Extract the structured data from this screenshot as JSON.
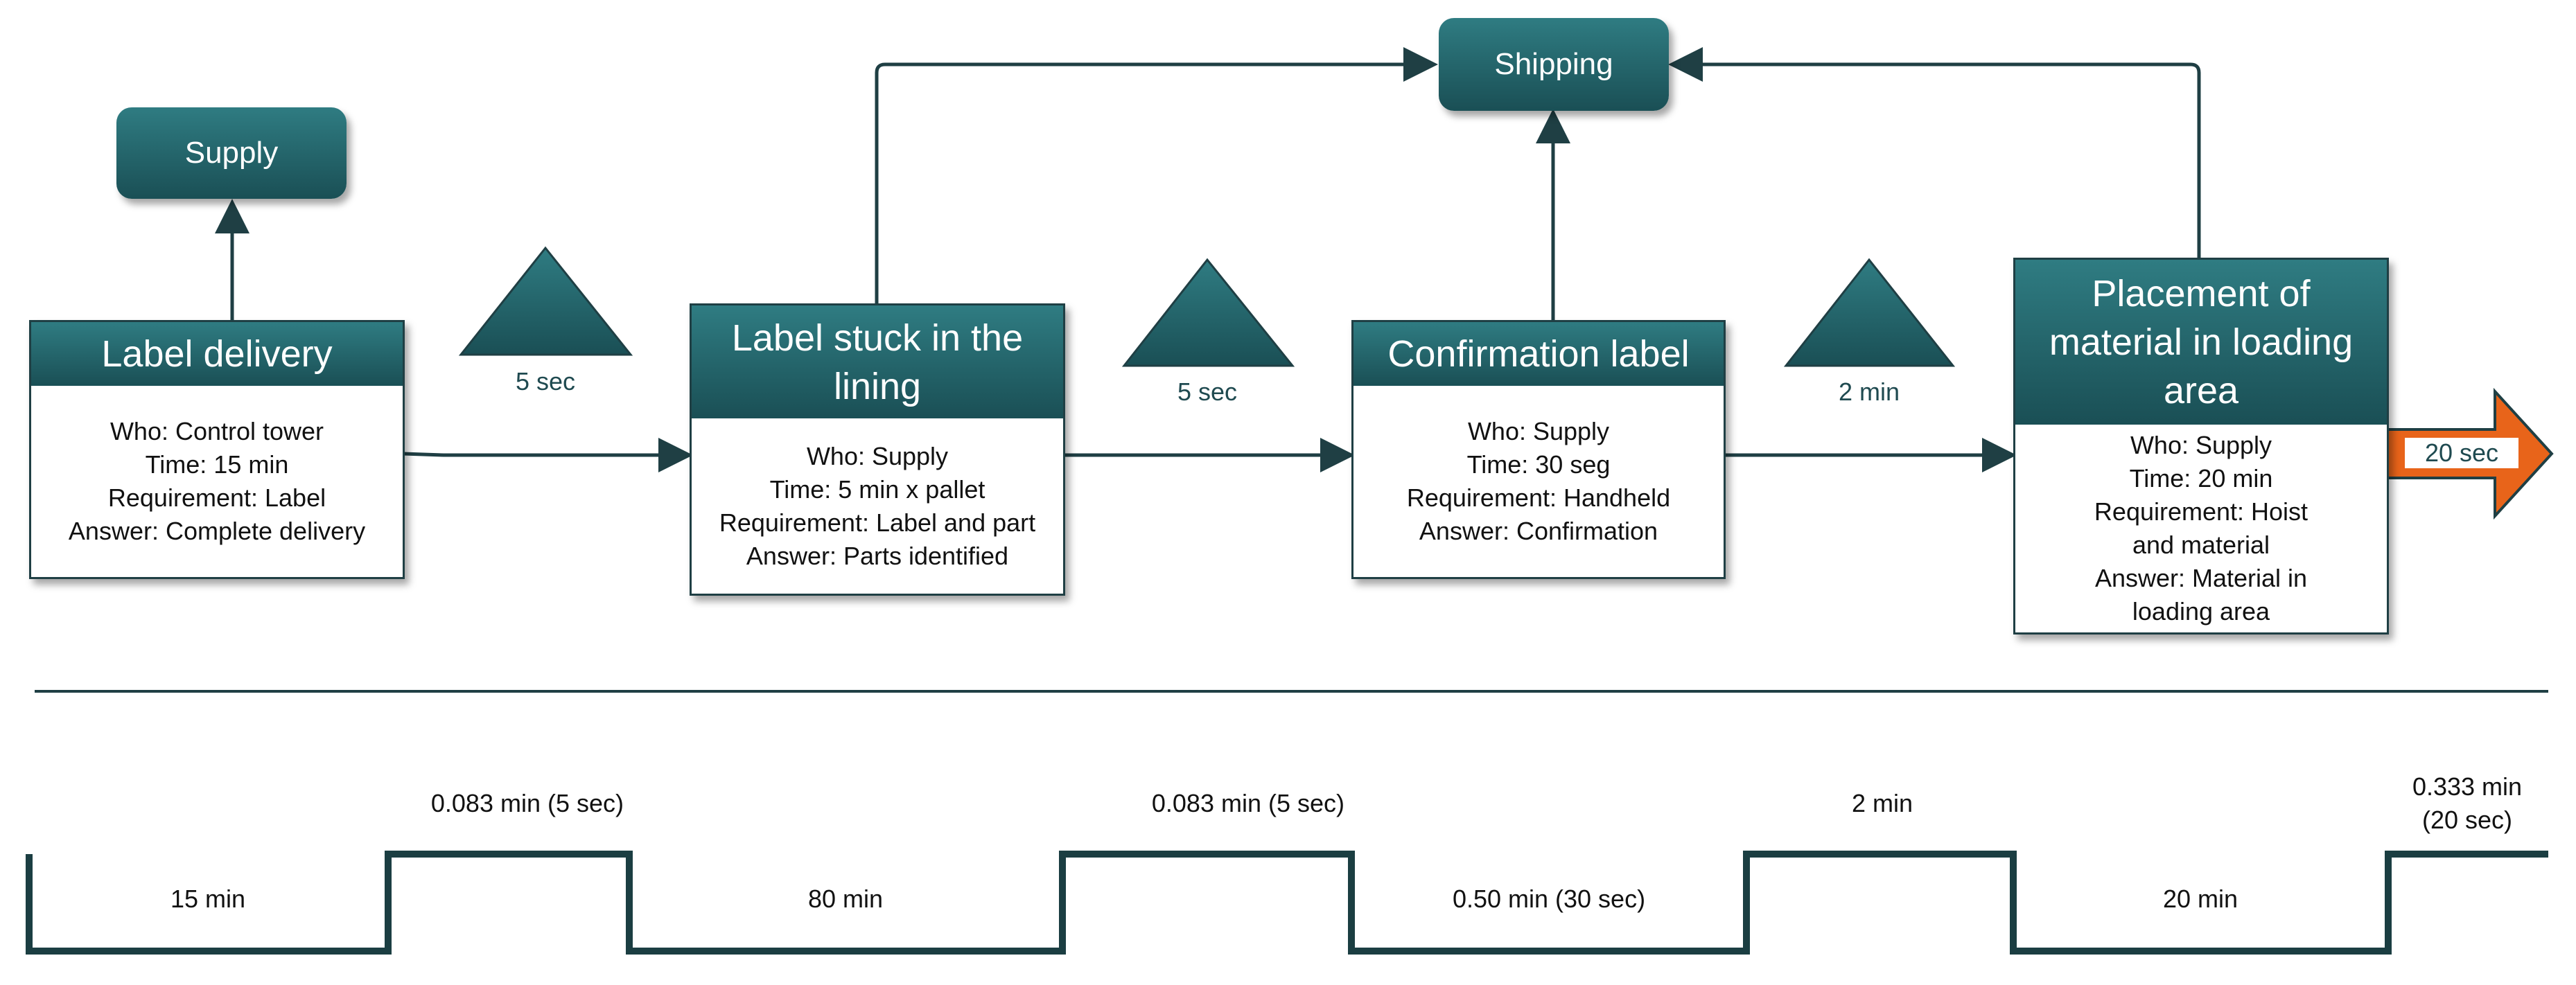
{
  "top_nodes": {
    "supply": "Supply",
    "shipping": "Shipping"
  },
  "steps": [
    {
      "title": "Label delivery",
      "lines": [
        "Who: Control tower",
        "Time: 15 min",
        "Requirement: Label",
        "Answer: Complete delivery"
      ]
    },
    {
      "title": "Label stuck in the lining",
      "lines": [
        "Who: Supply",
        "Time: 5 min x pallet",
        "Requirement: Label and part",
        "Answer: Parts identified"
      ]
    },
    {
      "title": "Confirmation label",
      "lines": [
        "Who: Supply",
        "Time: 30 seg",
        "Requirement: Handheld",
        "Answer: Confirmation"
      ]
    },
    {
      "title": "Placement of material in loading area",
      "lines": [
        "Who: Supply",
        "Time: 20 min",
        "Requirement: Hoist and material",
        "Answer: Material in loading area"
      ]
    }
  ],
  "inventory_labels": [
    "5 sec",
    "5 sec",
    "2 min"
  ],
  "exit_arrow_label": "20 sec",
  "timeline": {
    "process_times": [
      "15 min",
      "80 min",
      "0.50 min (30 sec)",
      "20 min"
    ],
    "wait_times": [
      "0.083 min (5 sec)",
      "0.083 min (5 sec)",
      "2 min",
      "0.333 min\n(20 sec)"
    ]
  },
  "colors": {
    "teal_dark": "#1a4f55",
    "teal_light": "#2f7c82",
    "line": "#1f3f44",
    "orange": "#e8641a"
  }
}
